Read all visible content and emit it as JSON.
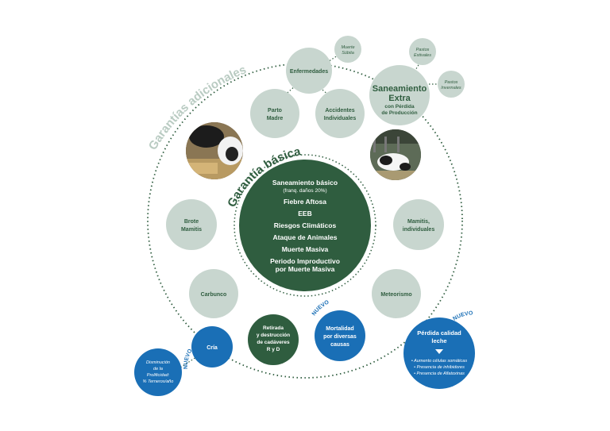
{
  "colors": {
    "dark_green": "#2f5d3f",
    "light_gray_green": "#c8d6cf",
    "blue": "#1a6fb6",
    "arc_text": "#b9cbc2"
  },
  "outer_ring_label": "Garantías adicionales",
  "inner_ring_label": "Garantía básica",
  "basic_items": [
    "Saneamiento básico",
    "(franq. daños 20%)",
    "Fiebre Aftosa",
    "EEB",
    "Riesgos Climáticos",
    "Ataque de Animales",
    "Muerte Masiva",
    "Periodo Improductivo",
    "por Muerte Masiva"
  ],
  "bubbles": {
    "enfermedades": "Enfermedades",
    "muerte_subita": [
      "Muerte",
      "Súbita"
    ],
    "parto_madre": [
      "Parto",
      "Madre"
    ],
    "accidentes": [
      "Accidentes",
      "Individuales"
    ],
    "saneamiento_extra": [
      "Saneamiento",
      "Extra"
    ],
    "saneamiento_extra_sub": [
      "con Pérdida",
      "de Producción"
    ],
    "pastos_estivales": [
      "Pastos",
      "Estivales"
    ],
    "pastos_invernales": [
      "Pastos",
      "Invernales"
    ],
    "brote_mamitis": [
      "Brote",
      "Mamitis"
    ],
    "mamitis_individuales": [
      "Mamitis,",
      "individuales"
    ],
    "carbunco": "Carbunco",
    "meteorismo": "Meteorismo",
    "retirada": [
      "Retirada",
      "y destrucción",
      "de cadáveres",
      "R y D"
    ],
    "cria": "Cría",
    "disminucion": [
      "Disminución",
      "de la",
      "Prolificidad:",
      "% Terneros/año"
    ],
    "mortalidad": [
      "Mortalidad",
      "por diversas",
      "causas"
    ],
    "perdida_calidad": [
      "Pérdida calidad",
      "leche"
    ],
    "perdida_items": [
      "• Aumento células somáticas",
      "• Presencia de inhibidores",
      "• Presencia de Aflatoxinas"
    ]
  },
  "badges": {
    "nuevo": "NUEVO"
  },
  "photos": [
    "cow-photo-left",
    "cow-photo-right"
  ]
}
